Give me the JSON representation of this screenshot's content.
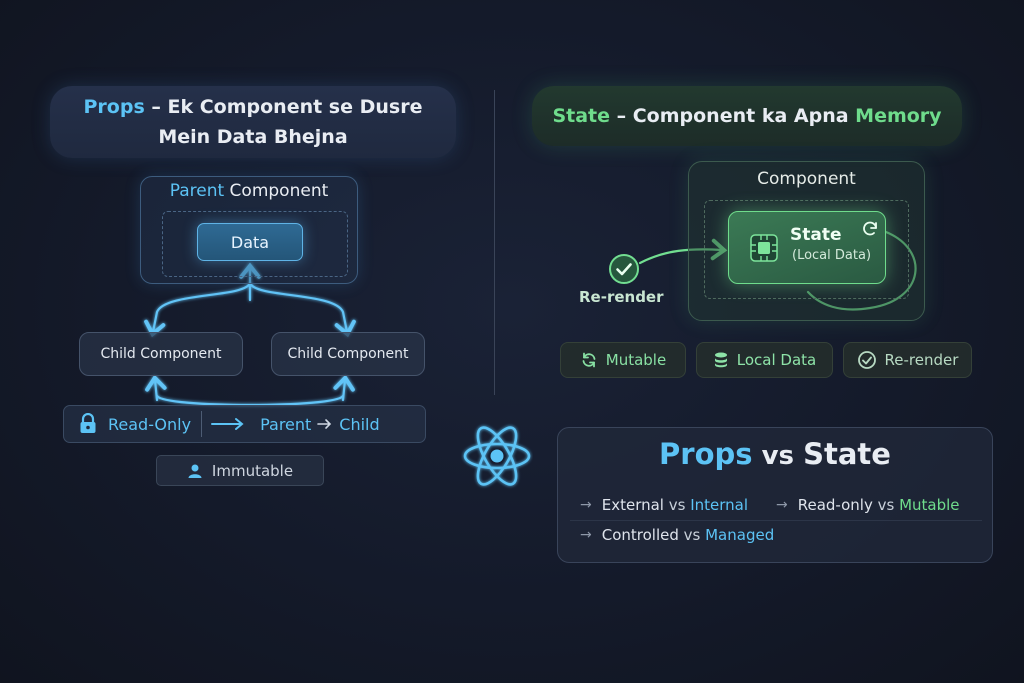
{
  "props_header": {
    "word": "Props",
    "rest_line1": " – Ek Component se Dusre",
    "line2": "Mein Data Bhejna"
  },
  "state_header": {
    "word": "State",
    "middle": " – Component ka Apna ",
    "word2": "Memory"
  },
  "props_diagram": {
    "parent_word1": "Parent",
    "parent_word2": " Component",
    "data_label": "Data",
    "child1_label": "Child Component",
    "child2_label": "Child Component",
    "readonly_label": "Read-Only",
    "flow_parent": "Parent",
    "flow_child": "Child",
    "immutable_label": "Immutable"
  },
  "state_diagram": {
    "component_label": "Component",
    "state_label": "State",
    "state_sub": "(Local Data)",
    "rerender_label": "Re-render",
    "pills": [
      "Mutable",
      "Local Data",
      "Re-render"
    ]
  },
  "comparison": {
    "title_props": "Props",
    "title_vs": " vs ",
    "title_state": "State",
    "rows": [
      {
        "left": "External",
        "mid": " vs ",
        "right": "Internal"
      },
      {
        "left": "Read-only",
        "mid": " vs ",
        "right": "Mutable"
      },
      {
        "left": "Controlled",
        "mid": " vs ",
        "right": "Managed"
      }
    ]
  },
  "colors": {
    "props_accent": "#5cc3f5",
    "state_accent": "#6fdc8c",
    "background": "#141a2a"
  },
  "icons": [
    "lock-icon",
    "arrow-right-icon",
    "user-icon",
    "check-circle-icon",
    "chip-icon",
    "refresh-icon",
    "database-icon",
    "react-logo-icon"
  ]
}
